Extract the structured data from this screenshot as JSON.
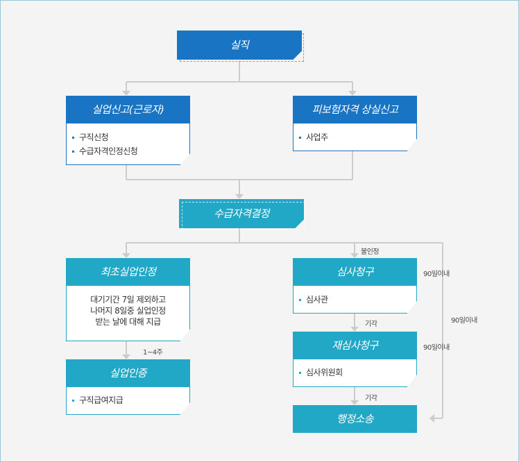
{
  "nodes": {
    "loss": {
      "title": "실직"
    },
    "unemp_report": {
      "title": "실업신고(근로자)",
      "items": [
        "구직신청",
        "수급자격인정신청"
      ]
    },
    "loss_report": {
      "title": "피보험자격 상실신고",
      "items": [
        "사업주"
      ]
    },
    "eligibility": {
      "title": "수급자격결정"
    },
    "first_cert": {
      "title": "최초실업인정",
      "desc": [
        "대기기간 7일 제외하고",
        "나머지 8일중 실업인정",
        "받는 날에 대해 지급"
      ]
    },
    "cert": {
      "title": "실업인증",
      "items": [
        "구직급여지급"
      ]
    },
    "review": {
      "title": "심사청구",
      "items": [
        "심사관"
      ]
    },
    "rereview": {
      "title": "재심사청구",
      "items": [
        "심사위원회"
      ]
    },
    "litigation": {
      "title": "행정소송"
    }
  },
  "labels": {
    "weeks": "1~4주",
    "not_approved": "불인정",
    "rejected1": "기각",
    "rejected2": "기각",
    "within90_review": "90일이내",
    "within90_rereview": "90일이내",
    "within90_litigation": "90일이내"
  },
  "colors": {
    "blue": "#1a74c4",
    "teal": "#21a8c7",
    "connector": "#cccccc"
  }
}
